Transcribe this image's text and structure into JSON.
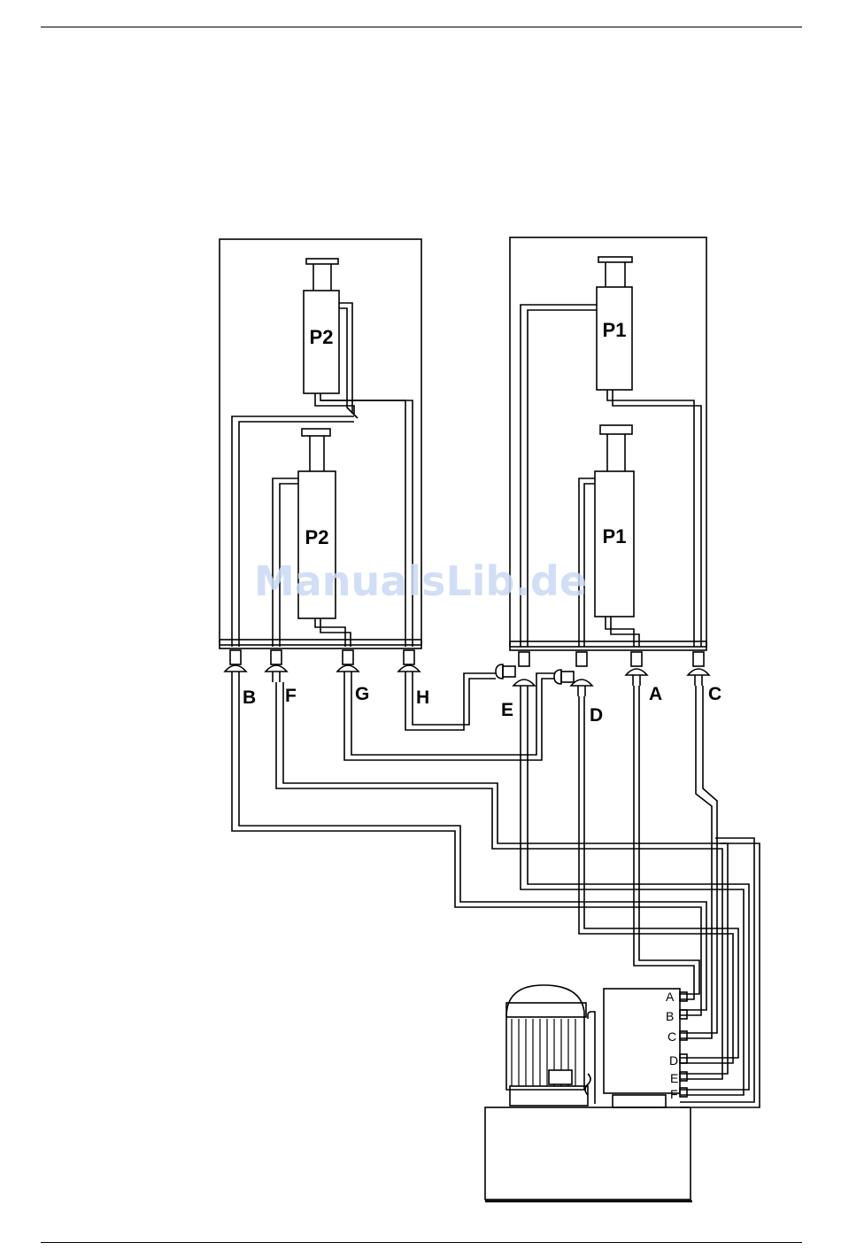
{
  "watermark": "ManualsLib.de",
  "cylinders": {
    "left_top": "P2",
    "left_bottom": "P2",
    "right_top": "P1",
    "right_bottom": "P1"
  },
  "ports": {
    "B": "B",
    "F": "F",
    "G": "G",
    "H": "H",
    "E": "E",
    "D": "D",
    "A": "A",
    "C": "C"
  },
  "valve_block_ports": [
    "A",
    "B",
    "C",
    "D",
    "E",
    "F"
  ]
}
